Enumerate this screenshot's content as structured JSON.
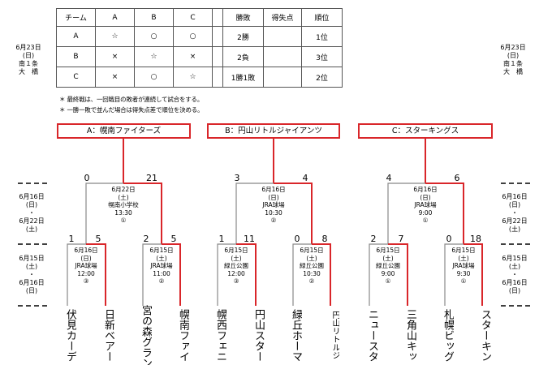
{
  "standings": {
    "header": [
      "チーム",
      "A",
      "B",
      "C",
      "",
      "勝敗",
      "得失点",
      "順位"
    ],
    "rows": [
      [
        "A",
        "☆",
        "○",
        "○",
        "",
        "2勝",
        "",
        "1位"
      ],
      [
        "B",
        "×",
        "☆",
        "×",
        "",
        "2負",
        "",
        "3位"
      ],
      [
        "C",
        "×",
        "○",
        "☆",
        "",
        "1勝1敗",
        "",
        "2位"
      ]
    ]
  },
  "notes": [
    "＊ 最終戦は、一回戦目の敗者が連続して試合をする。",
    "＊ 一勝一敗で並んだ場合は得失点差で順位を決める。"
  ],
  "side": {
    "top": [
      "6月23日",
      "(日)",
      "南１条",
      "大　橋"
    ],
    "mid": [
      "6月16日",
      "(日)",
      "・",
      "6月22日",
      "(土)"
    ],
    "bot": [
      "6月15日",
      "(土)",
      "・",
      "6月16日",
      "(日)"
    ]
  },
  "blocks": [
    {
      "label": "A：幌南ファイターズ",
      "final": {
        "left": "0",
        "right": "21",
        "info": [
          "6月22日",
          "(土)",
          "幌南小学校",
          "13:30",
          "①"
        ]
      },
      "semis": [
        {
          "left": "1",
          "right": "5",
          "info": [
            "6月16日",
            "(日)",
            "JRA球場",
            "12:00",
            "③"
          ]
        },
        {
          "left": "2",
          "right": "5",
          "info": [
            "6月15日",
            "(土)",
            "JRA球場",
            "11:00",
            "②"
          ]
        }
      ],
      "teams": [
        "伏見カーデ",
        "日新ベアー",
        "宮の森グラン",
        "幌南ファイ"
      ]
    },
    {
      "label": "B：円山リトルジャイアンツ",
      "final": {
        "left": "3",
        "right": "4",
        "info": [
          "6月16日",
          "(日)",
          "JRA球場",
          "10:30",
          "②"
        ]
      },
      "semis": [
        {
          "left": "1",
          "right": "11",
          "info": [
            "6月15日",
            "(土)",
            "緑丘公園",
            "12:00",
            "③"
          ]
        },
        {
          "left": "0",
          "right": "8",
          "info": [
            "6月15日",
            "(土)",
            "緑丘公園",
            "10:30",
            "②"
          ]
        }
      ],
      "teams": [
        "幌西フェニ",
        "円山スター",
        "緑丘ホーマ",
        "円山リトルジ"
      ]
    },
    {
      "label": "C：スターキングス",
      "final": {
        "left": "4",
        "right": "6",
        "info": [
          "6月16日",
          "(日)",
          "JRA球場",
          "9:00",
          "①"
        ]
      },
      "semis": [
        {
          "left": "2",
          "right": "7",
          "info": [
            "6月15日",
            "(土)",
            "緑丘公園",
            "9:00",
            "①"
          ]
        },
        {
          "left": "0",
          "right": "18",
          "info": [
            "6月15日",
            "(土)",
            "JRA球場",
            "9:30",
            "①"
          ]
        }
      ],
      "teams": [
        "ニュースタ",
        "三角山キッ",
        "札幌ビッグ",
        "スターキン"
      ]
    }
  ]
}
